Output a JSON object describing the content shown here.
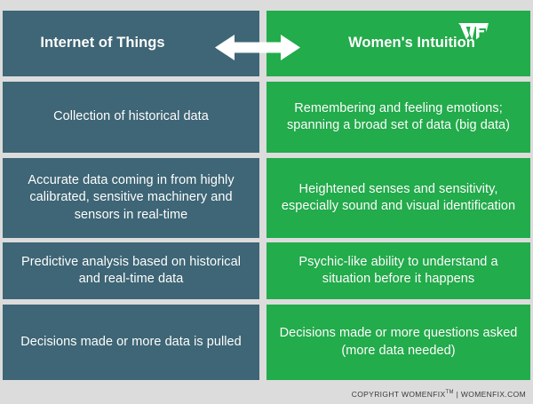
{
  "meta": {
    "background_color": "#dcdcdc",
    "left_column_color": "#3e6676",
    "right_column_color": "#22ac4b",
    "text_color": "#ffffff"
  },
  "header": {
    "left_title": "Internet of Things",
    "right_title": "Women's Intuition",
    "arrow_icon": "double-headed-arrow-icon",
    "logo_icon": "womenfix-w-logo-icon"
  },
  "rows": [
    {
      "left": "Collection of historical data",
      "right": "Remembering and feeling emotions; spanning a broad set of data (big data)"
    },
    {
      "left": "Accurate data coming in from highly calibrated, sensitive machinery and sensors in real-time",
      "right": "Heightened senses and sensitivity, especially sound and visual identification"
    },
    {
      "left": "Predictive analysis based on historical and real-time data",
      "right": "Psychic-like ability to understand a situation before it happens"
    },
    {
      "left": "Decisions made or more data is pulled",
      "right": "Decisions made or more questions asked (more data needed)"
    }
  ],
  "footer": {
    "copyright_prefix": "COPYRIGHT WOMENFIX",
    "trademark": "TM",
    "separator": " | ",
    "site": "WOMENFIX.COM"
  }
}
